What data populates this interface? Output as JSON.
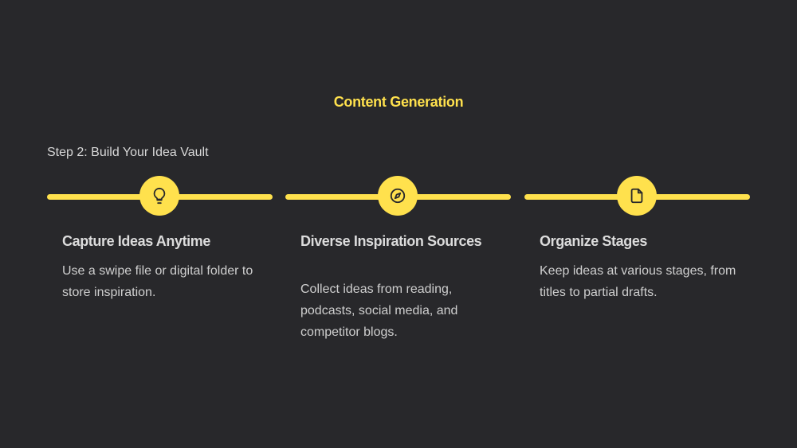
{
  "slide": {
    "title": "Content Generation",
    "subtitle": "Step 2: Build Your Idea Vault"
  },
  "colors": {
    "background": "#28282b",
    "accent": "#ffe14d",
    "heading_text": "#dcdcdc",
    "body_text": "#cfcfcf"
  },
  "steps": [
    {
      "icon": "lightbulb-icon",
      "title": "Capture Ideas Anytime",
      "description": "Use a swipe file or digital folder to store inspiration."
    },
    {
      "icon": "compass-icon",
      "title": "Diverse Inspiration Sources",
      "description": "Collect ideas from reading, podcasts, social media, and competitor blogs."
    },
    {
      "icon": "document-icon",
      "title": "Organize Stages",
      "description": "Keep ideas at various stages, from titles to partial drafts."
    }
  ]
}
